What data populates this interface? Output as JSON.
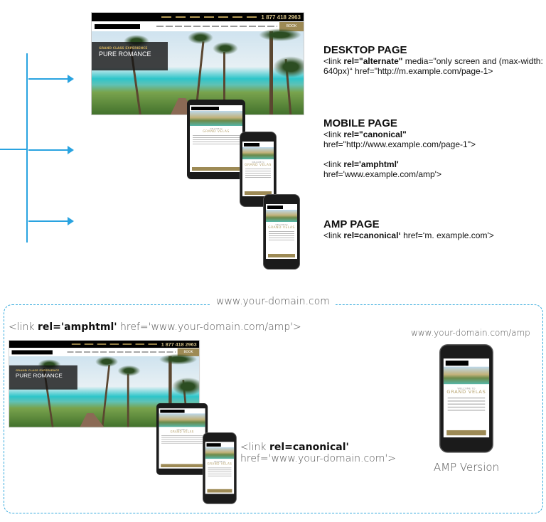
{
  "top": {
    "desktop_label": {
      "title": "DESKTOP PAGE",
      "pre": "<link ",
      "bold": "rel=\"alternate\"",
      "post": " media=\"only screen and (max-width: 640px)“  href=\"http://m.example.com/page-1>"
    },
    "mobile_label": {
      "title": "MOBILE PAGE",
      "l1_pre": "<link ",
      "l1_bold": "rel=\"canonical\"",
      "l1_post": "href=\"http://www.example.com/page-1\">",
      "l2_pre": "<link ",
      "l2_bold": "rel='amphtml'",
      "l2_post": "href='www.example.com/amp'>"
    },
    "amp_label": {
      "title": "AMP PAGE",
      "pre": "<link ",
      "bold": "rel=canonical‘",
      "post": "  href=‘m. example.com'>"
    }
  },
  "mockup": {
    "phone": "1 877 418 2963",
    "book": "BOOK",
    "tagline": "GRAND CLASS EXPERIENCE",
    "headline": "PURE ROMANCE",
    "welcome": "WELCOME TO",
    "brand": "GRAND VELAS"
  },
  "bottom": {
    "domain": "www.your-domain.com",
    "amphtml_pre": "<link ",
    "amphtml_bold": "rel='amphtml'",
    "amphtml_post": " href='www.your-domain.com/amp'>",
    "canonical_pre": "<link ",
    "canonical_bold": "rel=canonical'",
    "canonical_post": "href='www.your-domain.com'>",
    "amp_url": "www.your-domain.com/amp",
    "amp_caption": "AMP Version"
  },
  "colors": {
    "accent": "#29a3e0",
    "gold": "#9d8a55"
  }
}
